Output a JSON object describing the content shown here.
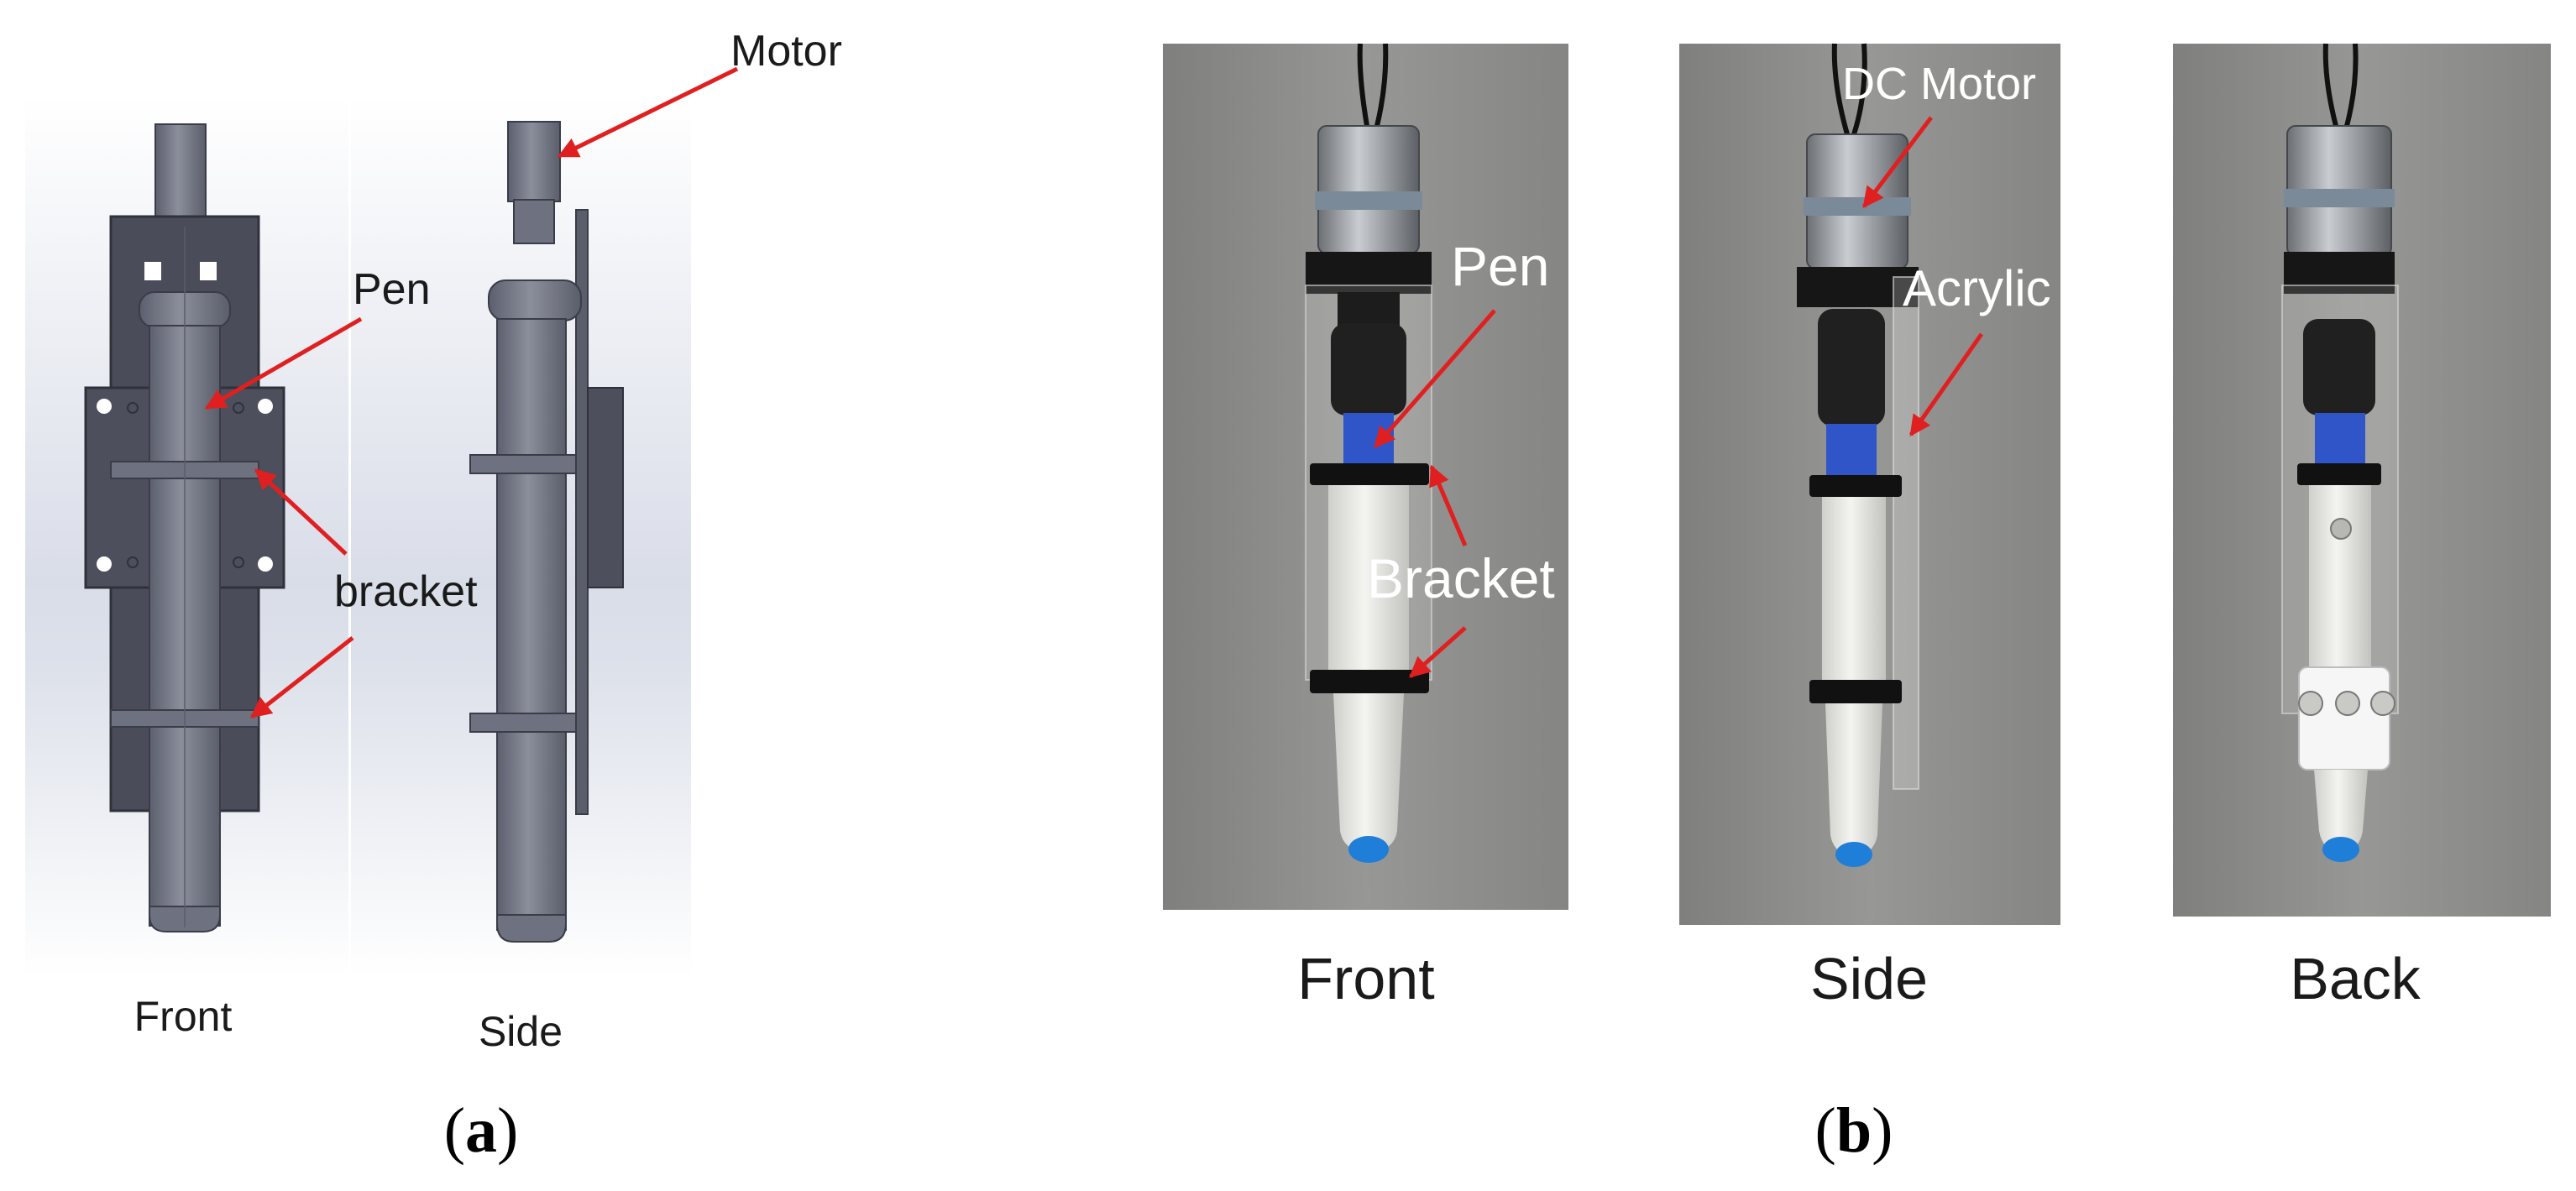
{
  "panel_a": {
    "callouts": {
      "motor": "Motor",
      "pen": "Pen",
      "bracket": "bracket"
    },
    "views": {
      "front": "Front",
      "side": "Side"
    },
    "caption_open": "(",
    "caption_letter": "a",
    "caption_close": ")"
  },
  "panel_b": {
    "callouts": {
      "pen": "Pen",
      "bracket": "Bracket",
      "dc_motor": "DC Motor",
      "acrylic": "Acrylic"
    },
    "views": {
      "front": "Front",
      "side": "Side",
      "back": "Back"
    },
    "caption_open": "(",
    "caption_letter": "b",
    "caption_close": ")"
  },
  "colors": {
    "arrow": "#e02020",
    "cad_body": "#6e7180",
    "cad_plate": "#4a4c59",
    "photo_background": "#8d8d8b",
    "pen_cap": "#1f7fd8",
    "gear": "#2f55c8"
  }
}
